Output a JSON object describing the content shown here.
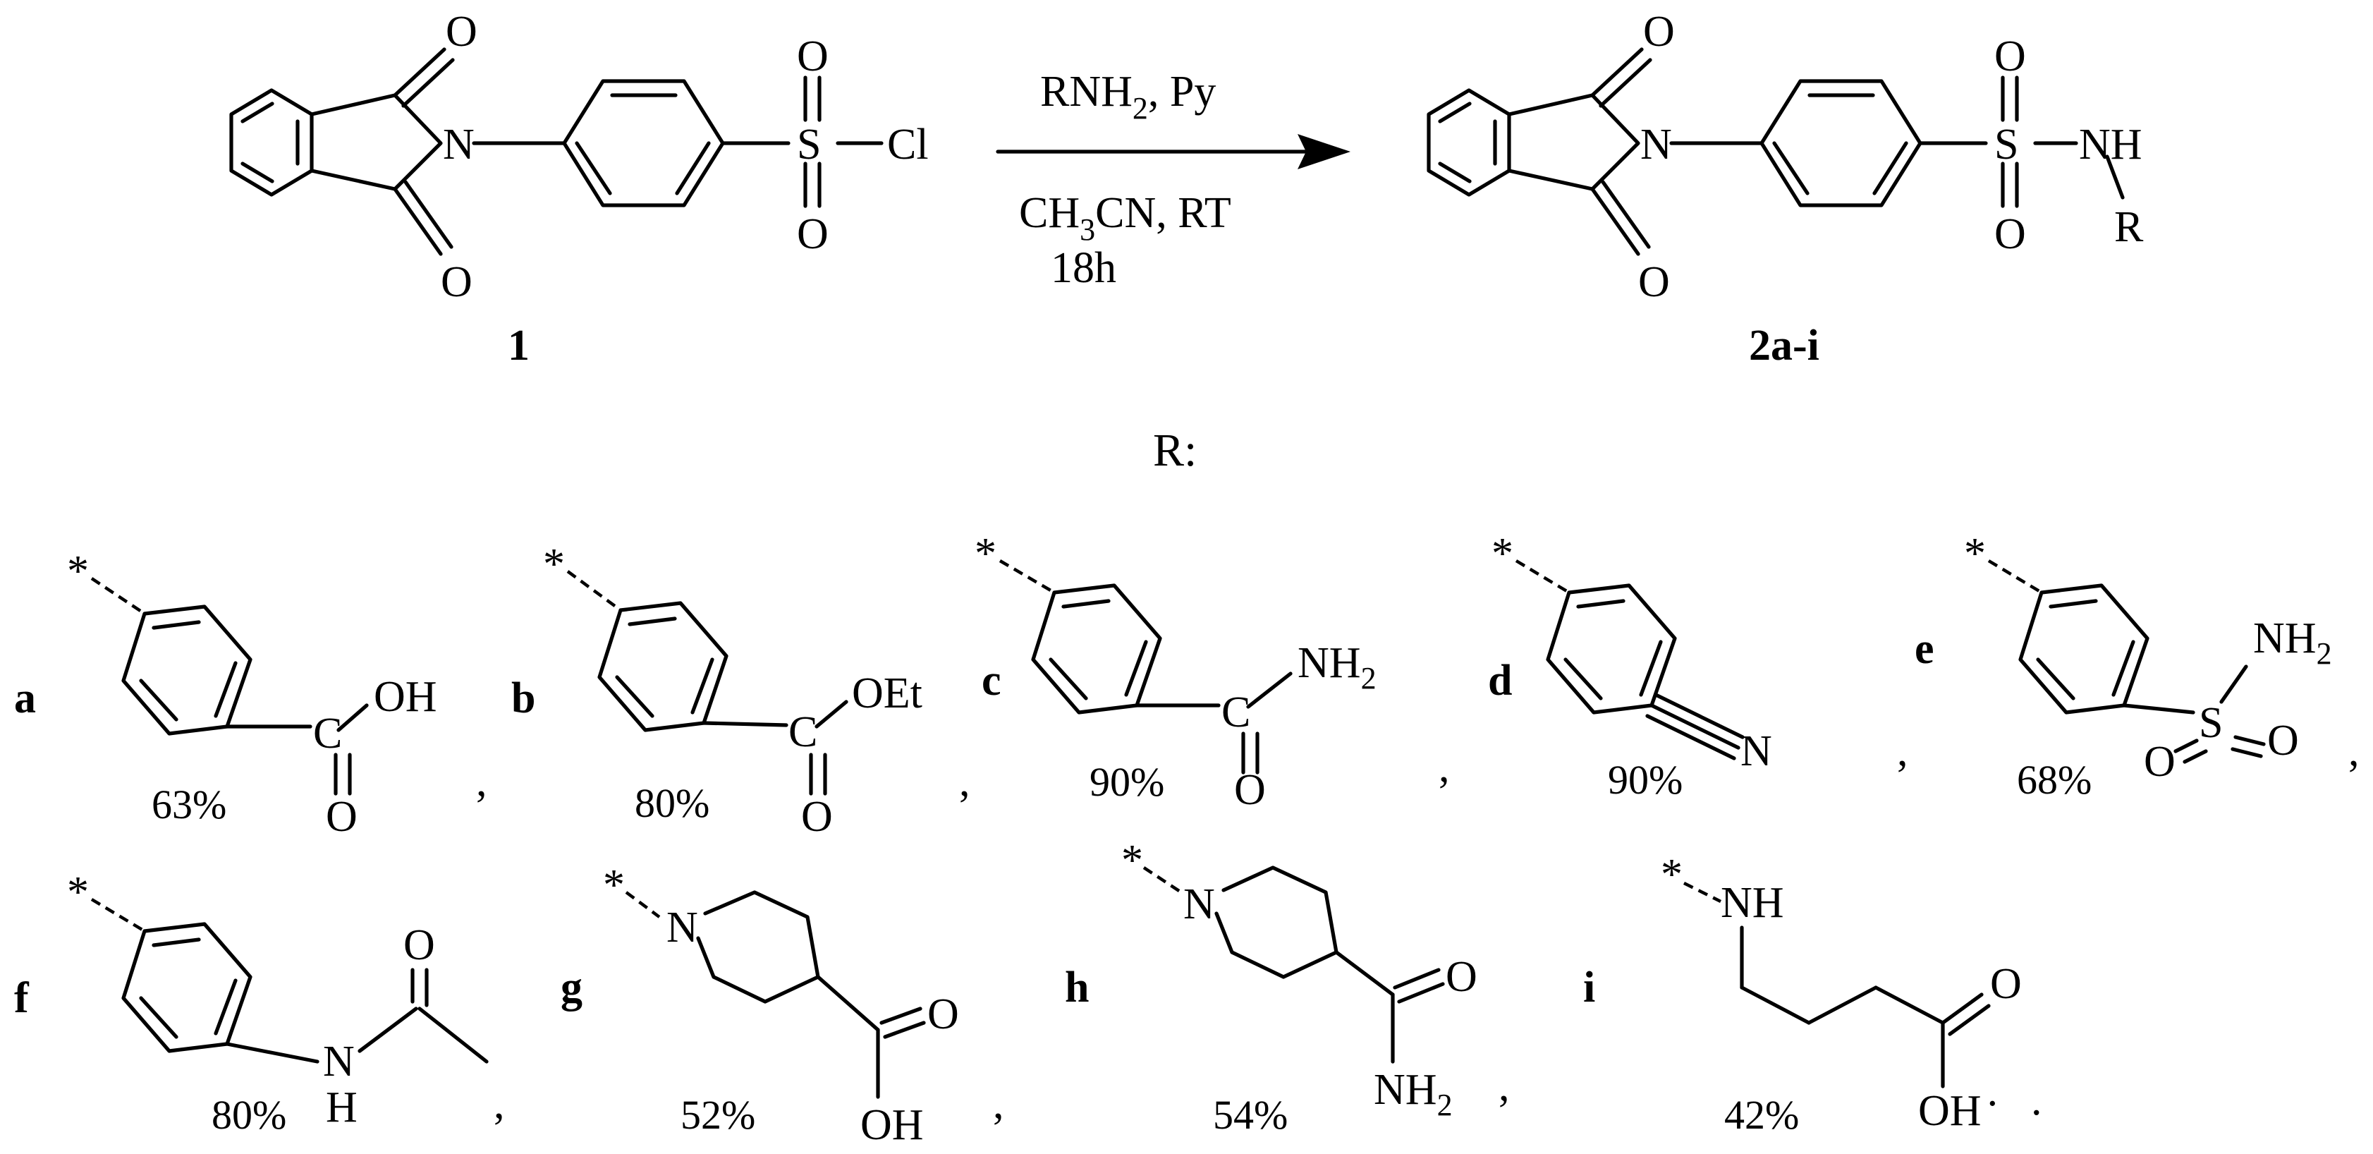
{
  "reaction": {
    "reactant": {
      "label": "1",
      "atoms": {
        "o_top": "O",
        "o_bottom": "O",
        "n": "N",
        "s": "S",
        "o_s_top": "O",
        "o_s_bottom": "O",
        "cl": "Cl"
      }
    },
    "conditions": {
      "line1": "RNH",
      "line1_sub": "2",
      "line1_end": ", Py",
      "line2": "CH",
      "line2_sub": "3",
      "line2_end": "CN, RT",
      "line3": "18h"
    },
    "product": {
      "label": "2a-i",
      "atoms": {
        "o_top": "O",
        "o_bottom": "O",
        "n": "N",
        "s": "S",
        "o_s_top": "O",
        "o_s_bottom": "O",
        "nh": "NH",
        "r": "R"
      }
    }
  },
  "r_header": "R:",
  "substituents": [
    {
      "id": "a",
      "yield": "63%",
      "atoms": {
        "star": "*",
        "c": "C",
        "oh": "OH",
        "o": "O"
      },
      "sep": ","
    },
    {
      "id": "b",
      "yield": "80%",
      "atoms": {
        "star": "*",
        "c": "C",
        "oet": "OEt",
        "o": "O"
      },
      "sep": ","
    },
    {
      "id": "c",
      "yield": "90%",
      "atoms": {
        "star": "*",
        "c": "C",
        "nh": "NH",
        "sub": "2",
        "o": "O"
      },
      "sep": ","
    },
    {
      "id": "d",
      "yield": "90%",
      "atoms": {
        "star": "*",
        "n": "N"
      },
      "sep": ","
    },
    {
      "id": "e",
      "yield": "68%",
      "atoms": {
        "star": "*",
        "s": "S",
        "nh": "NH",
        "sub": "2",
        "o1": "O",
        "o2": "O"
      },
      "sep": ","
    },
    {
      "id": "f",
      "yield": "80%",
      "atoms": {
        "star": "*",
        "n": "N",
        "h": "H",
        "o": "O"
      },
      "sep": ","
    },
    {
      "id": "g",
      "yield": "52%",
      "atoms": {
        "star": "*",
        "n": "N",
        "o": "O",
        "oh": "OH"
      },
      "sep": ","
    },
    {
      "id": "h",
      "yield": "54%",
      "atoms": {
        "star": "*",
        "n": "N",
        "o": "O",
        "nh": "NH",
        "sub": "2"
      },
      "sep": ","
    },
    {
      "id": "i",
      "yield": "42%",
      "atoms": {
        "star": "*",
        "nh": "NH",
        "o": "O",
        "oh": "OH",
        "dot": "·"
      },
      "sep": "."
    }
  ]
}
